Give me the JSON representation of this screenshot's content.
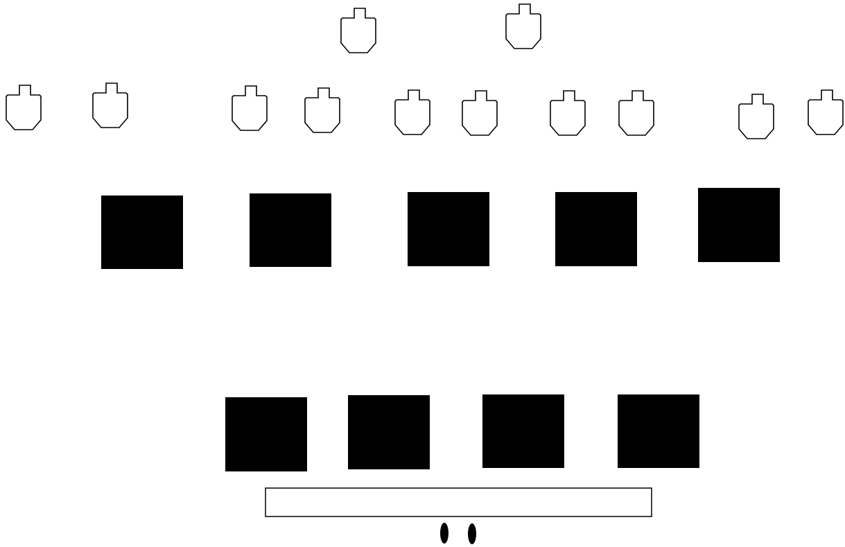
{
  "game": {
    "colors": {
      "background": "#ffffff",
      "outline": "#000000",
      "block_fill": "#000000",
      "target_fill": "#ffffff",
      "player_fill": "#000000"
    },
    "targets": {
      "icon": "target-silhouette",
      "count": 12
    },
    "blocks": {
      "count": 9
    },
    "paddle": {
      "label": ""
    },
    "player": {
      "icon": "footprints",
      "count": 2
    }
  }
}
